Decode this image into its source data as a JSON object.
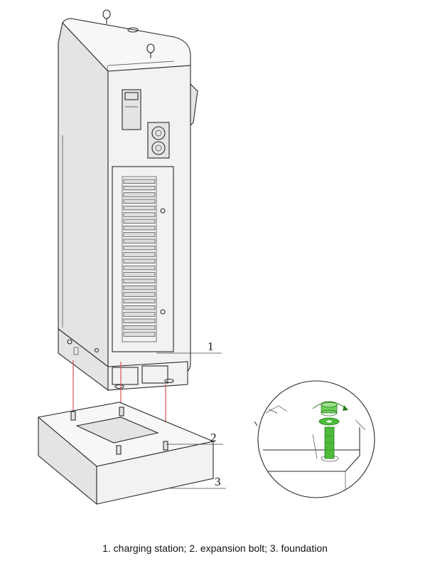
{
  "callouts": [
    {
      "id": "1",
      "label": "1"
    },
    {
      "id": "2",
      "label": "2"
    },
    {
      "id": "3",
      "label": "3"
    }
  ],
  "caption": "1. charging station; 2. expansion bolt; 3. foundation",
  "colors": {
    "guide_line": "#d9534f",
    "bolt_highlight": "#4cbb3a",
    "outline": "#2a2a2a"
  },
  "icons": [
    "lifting-eye-icon",
    "rotation-arrow-icon"
  ]
}
